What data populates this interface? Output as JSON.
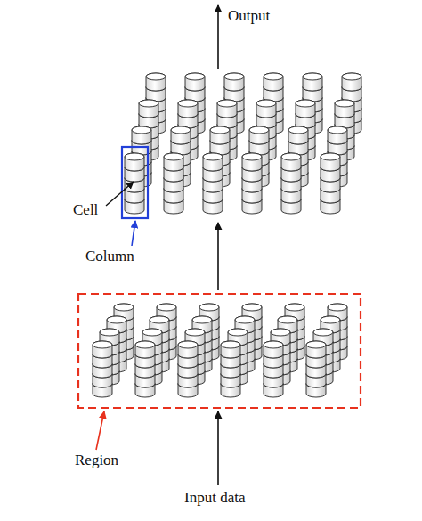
{
  "diagram": {
    "labels": [
      "Output",
      "Cell",
      "Column",
      "Region",
      "Input data"
    ]
  }
}
